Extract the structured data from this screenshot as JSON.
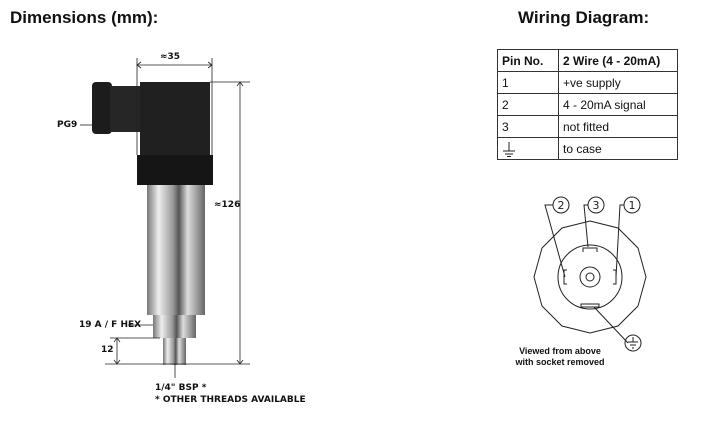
{
  "dimensions": {
    "title": "Dimensions (mm):",
    "width_label": "≈35",
    "height_label": "≈126",
    "pg9_label": "PG9",
    "hex_label": "19 A / F HEX",
    "thread_length_label": "12",
    "thread_label": "1/4\" BSP *",
    "thread_note": "* OTHER THREADS AVAILABLE"
  },
  "wiring": {
    "title": "Wiring Diagram:",
    "headers": [
      "Pin No.",
      "2 Wire (4 - 20mA)"
    ],
    "rows": [
      {
        "pin": "1",
        "function": "+ve supply"
      },
      {
        "pin": "2",
        "function": "4 - 20mA signal"
      },
      {
        "pin": "3",
        "function": "not fitted"
      },
      {
        "pin": "ground-icon",
        "function": "to case"
      }
    ],
    "pin_labels": [
      "2",
      "3",
      "1"
    ],
    "note_line1": "Viewed from above",
    "note_line2": "with socket removed"
  }
}
